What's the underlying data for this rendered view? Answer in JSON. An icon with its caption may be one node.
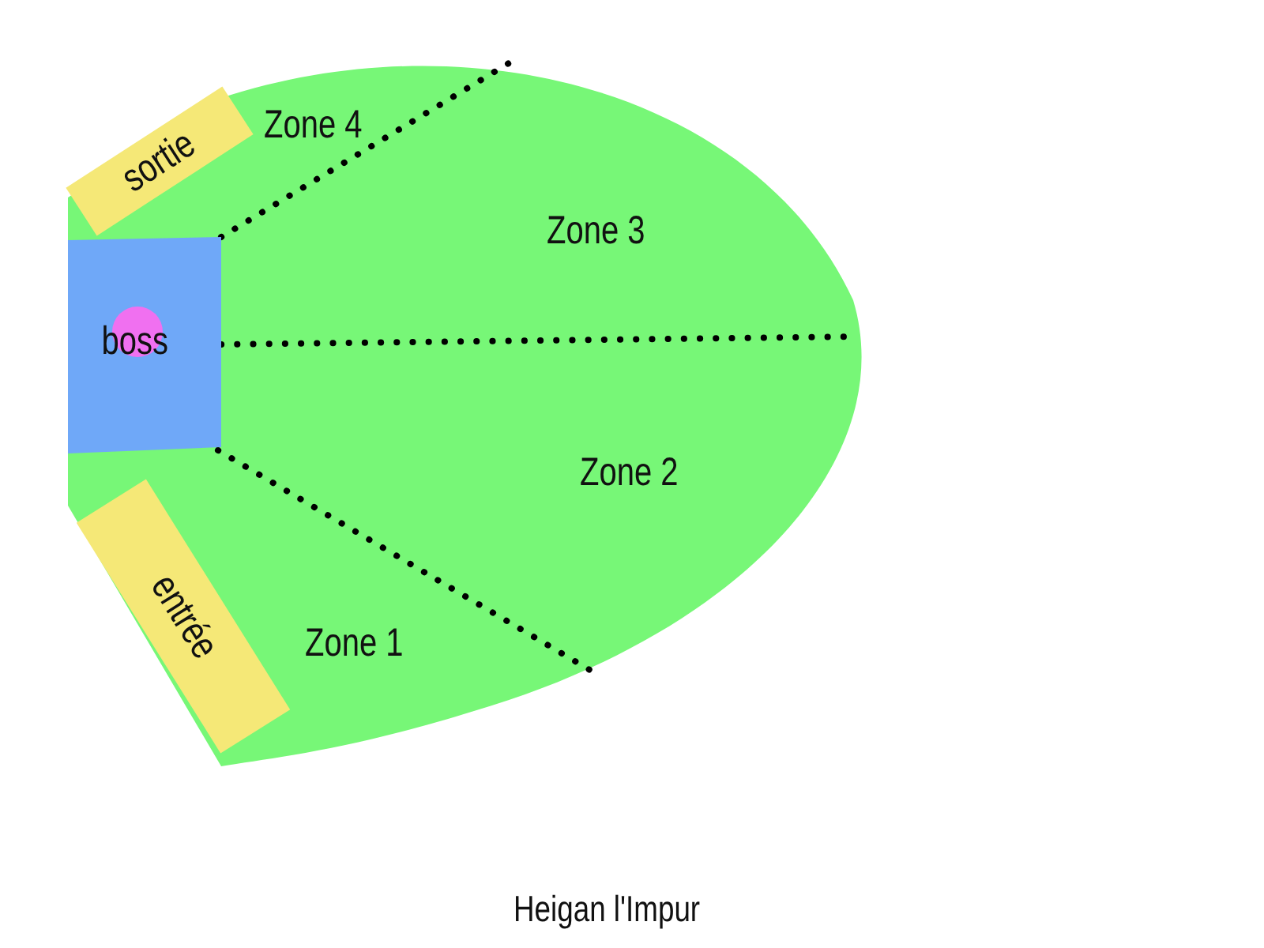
{
  "diagram": {
    "caption": "Heigan l'Impur",
    "nodes": [
      {
        "text": [
          "sortie"
        ]
      },
      {
        "text": [
          "boss"
        ]
      },
      {
        "text": [
          "entrée"
        ]
      }
    ],
    "labels": [
      "Zone 4",
      "Zone 3",
      "Zone 2",
      "Zone 1"
    ]
  }
}
